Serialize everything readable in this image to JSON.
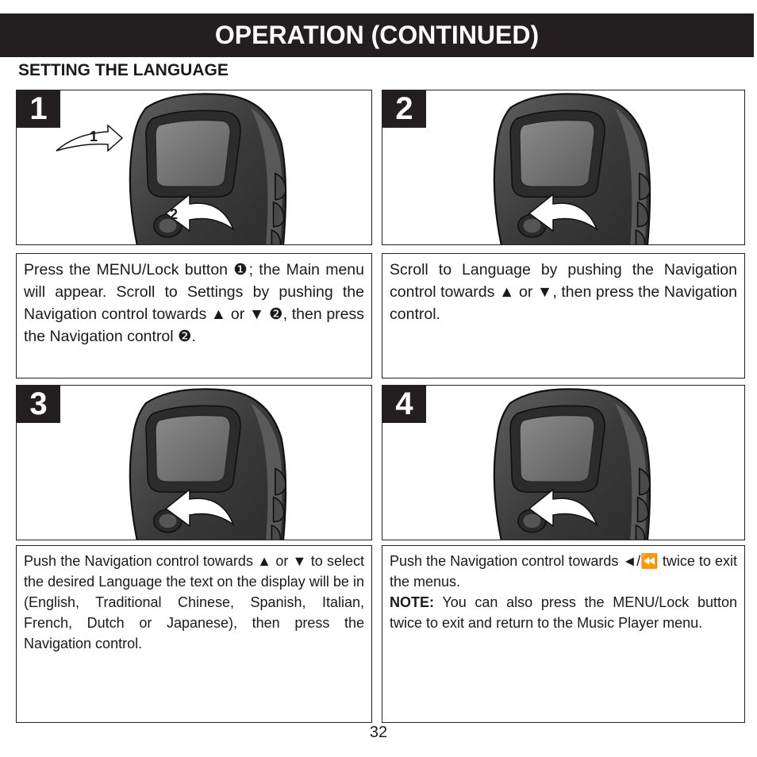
{
  "header": {
    "title": "OPERATION (CONTINUED)"
  },
  "section": {
    "title": "SETTING THE LANGUAGE"
  },
  "steps": [
    {
      "number": "1",
      "callouts": [
        "1",
        "2"
      ],
      "text": "Press the MENU/Lock button ❶; the Main menu will appear. Scroll to Settings by pushing the Navigation control towards ▲ or ▼ ❷, then press the Navigation control ❷."
    },
    {
      "number": "2",
      "text": "Scroll to Language by pushing the Navigation control towards ▲ or ▼, then press the Navigation control."
    },
    {
      "number": "3",
      "text": "Push the Navigation control towards ▲ or ▼ to select the desired Language the text on the display will be in (English, Traditional Chinese, Spanish, Italian, French, Dutch or Japanese), then press the Navigation control."
    },
    {
      "number": "4",
      "text": "Push the Navigation control towards ◄/⏪ twice to exit the menus.",
      "note_label": "NOTE:",
      "note_text": "You can also press the MENU/Lock button twice to exit and return to the Music Player menu."
    }
  ],
  "footer": {
    "page_number": "32"
  },
  "colors": {
    "header_bg": "#231f20",
    "device_body": "#3f3f3f",
    "screen": "#707070"
  }
}
